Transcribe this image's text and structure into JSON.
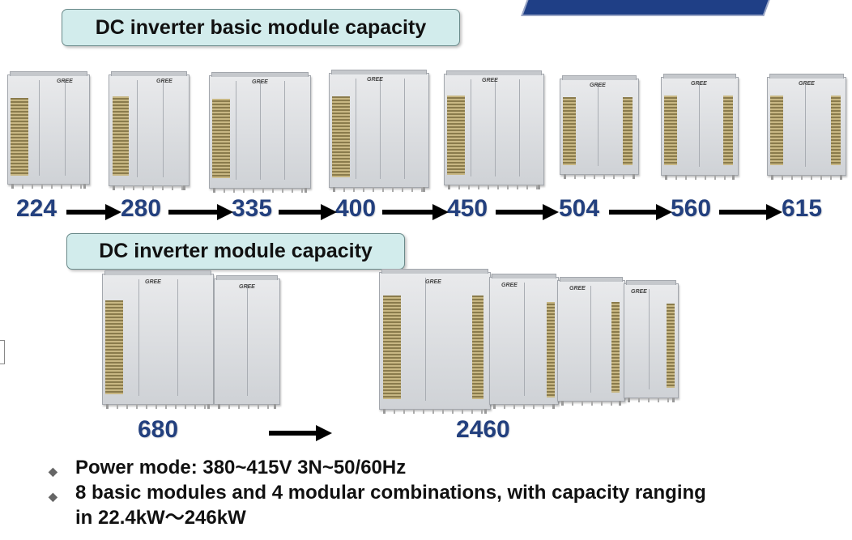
{
  "sections": {
    "basic_title": "DC inverter basic module capacity",
    "module_title": "DC inverter module capacity"
  },
  "basic_modules": [
    "224",
    "280",
    "335",
    "400",
    "450",
    "504",
    "560",
    "615"
  ],
  "combined_modules": [
    "680",
    "2460"
  ],
  "logo_text": "GREE",
  "bullets": [
    "Power mode: 380~415V 3N~50/60Hz",
    "8 basic modules and 4 modular combinations, with capacity ranging in 22.4kW～246kW"
  ],
  "colors": {
    "title_bg": "#d2ecec",
    "capacity_text": "#23407e",
    "banner": "#1f3f86"
  }
}
